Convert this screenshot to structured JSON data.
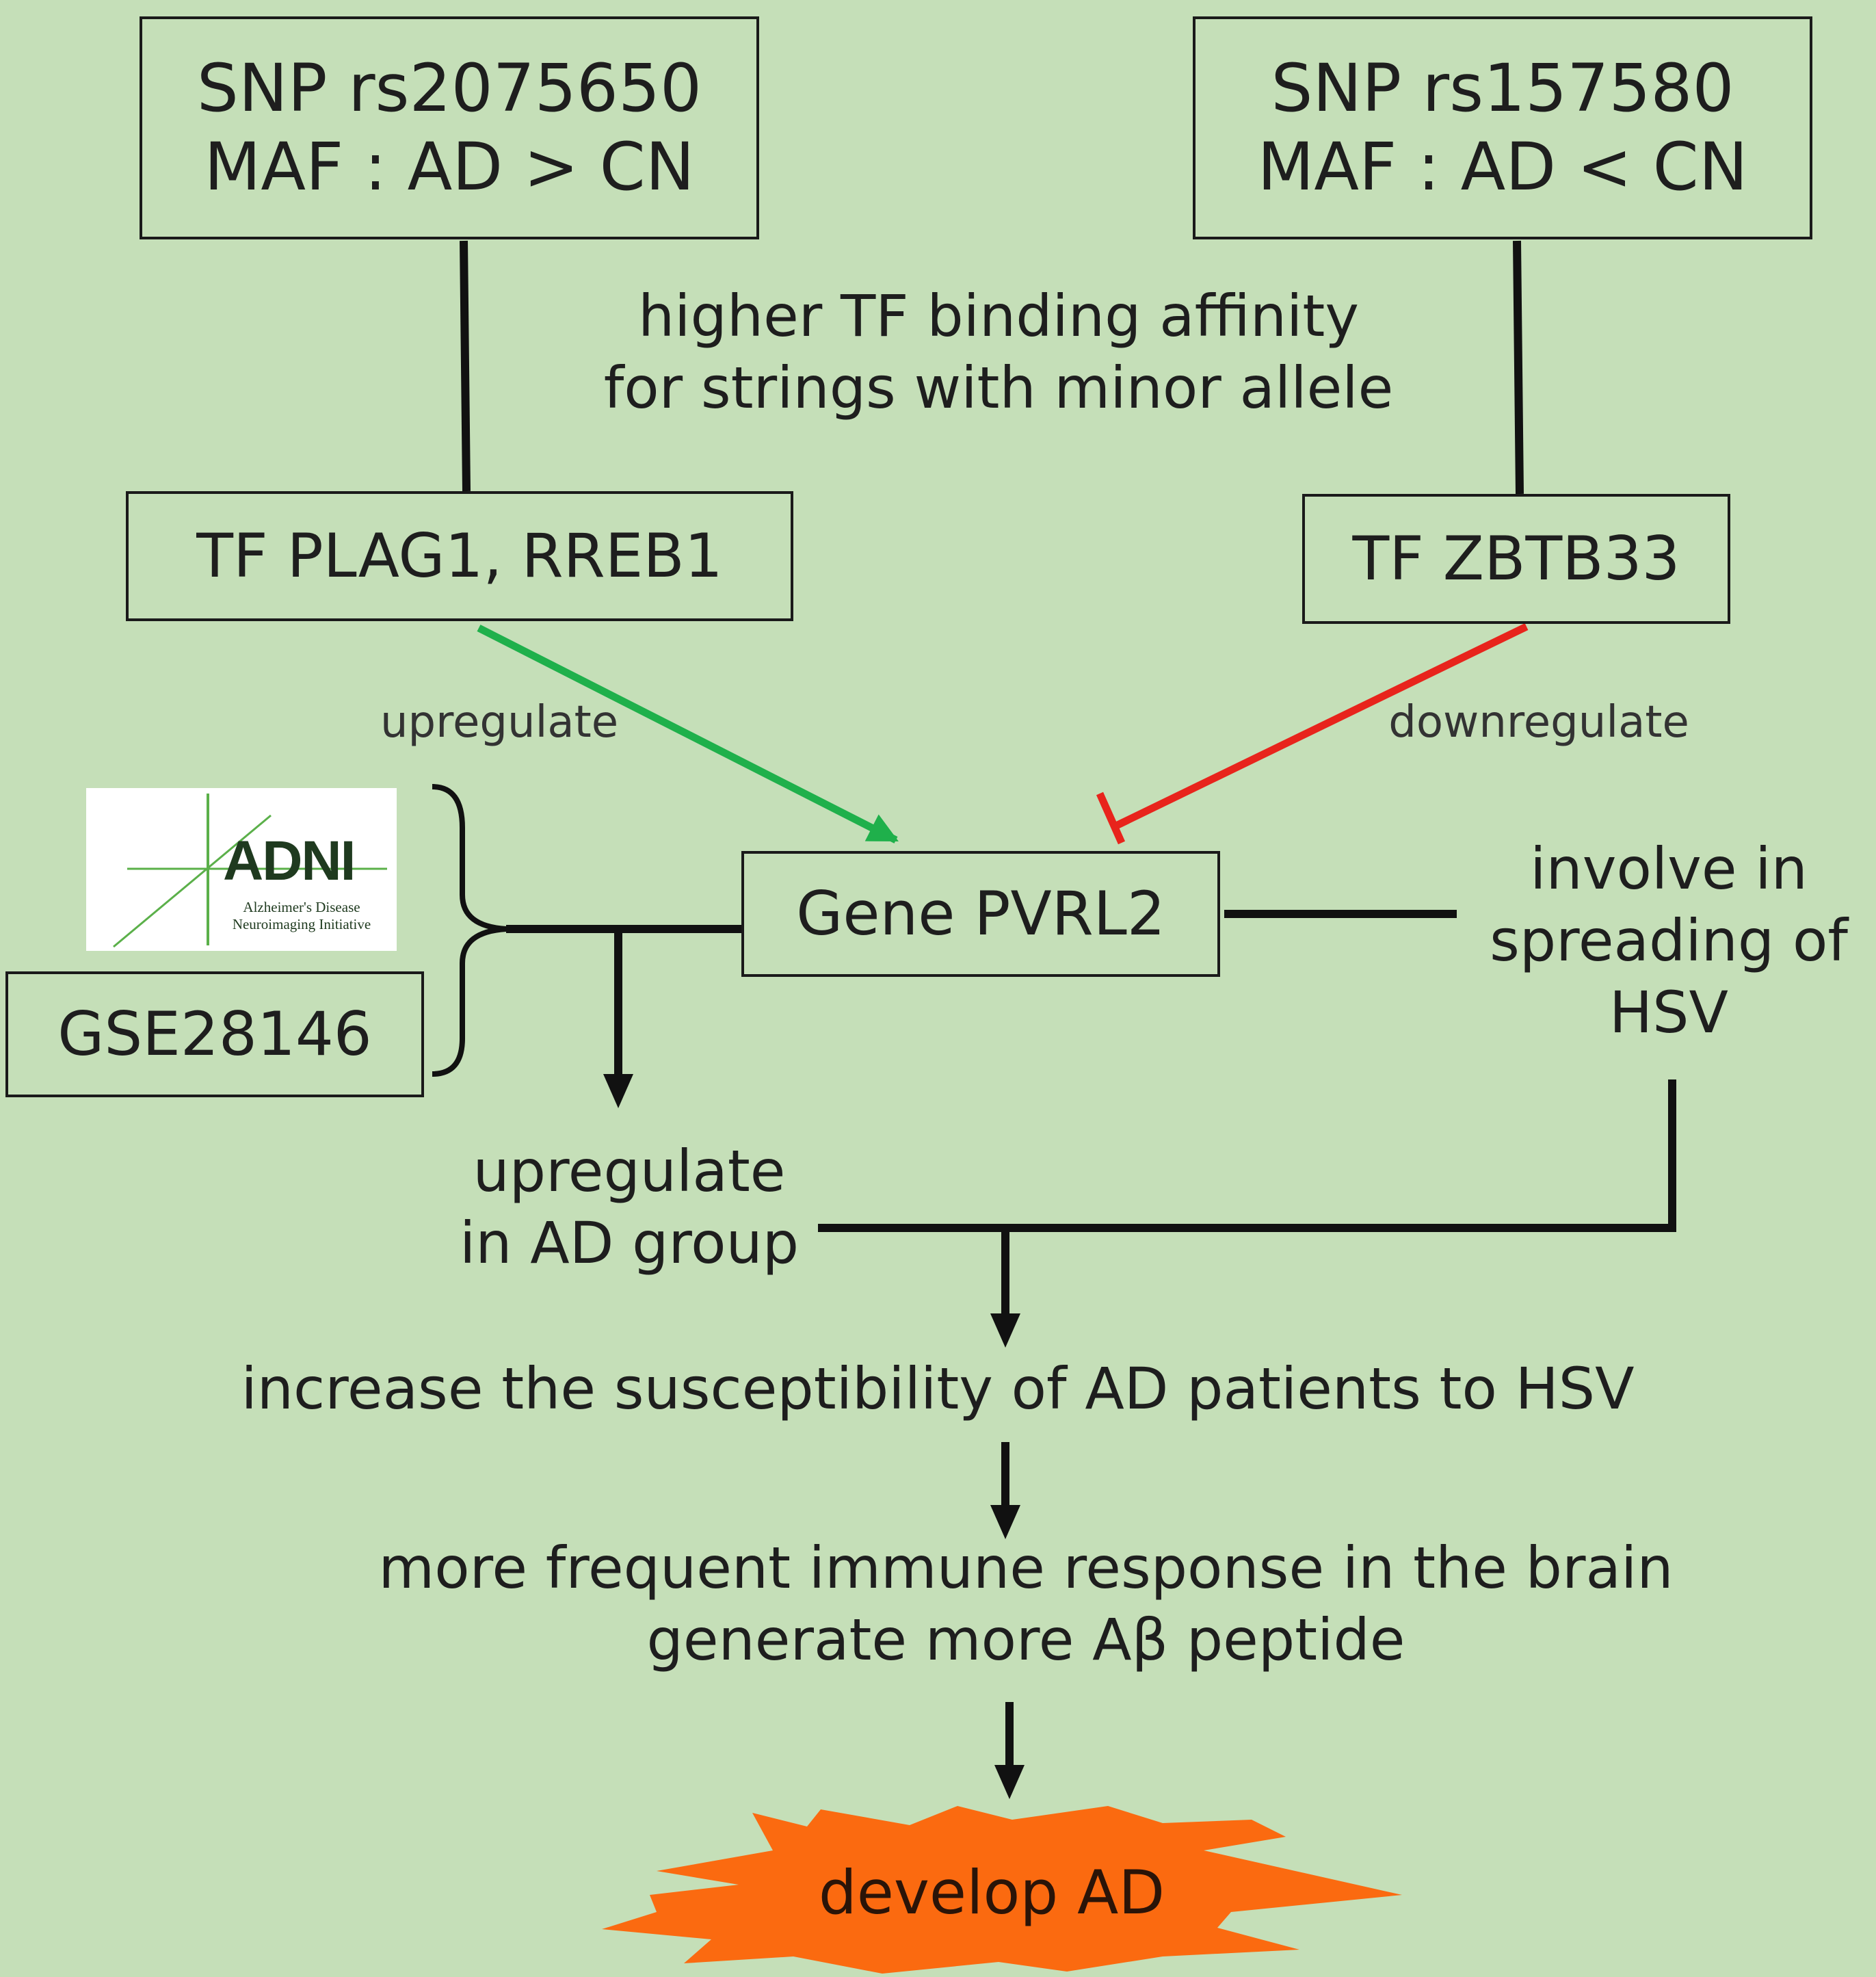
{
  "snp_left": {
    "line1": "SNP rs2075650",
    "line2": "MAF : AD > CN"
  },
  "snp_right": {
    "line1": "SNP rs157580",
    "line2": "MAF : AD < CN"
  },
  "tf_note": {
    "line1": "higher TF binding affinity",
    "line2": "for strings with minor allele"
  },
  "tf_left": "TF PLAG1, RREB1",
  "tf_right": "TF ZBTB33",
  "edge_up": "upregulate",
  "edge_down": "downregulate",
  "gene": "Gene PVRL2",
  "dataset": "GSE28146",
  "adni_logo": {
    "word": "ADNI",
    "sub1": "Alzheimer's Disease",
    "sub2": "Neuroimaging Initiative"
  },
  "hsv_note": {
    "line1": "involve in",
    "line2": "spreading of",
    "line3": "HSV"
  },
  "ad_group": {
    "line1": "upregulate",
    "line2": "in AD group"
  },
  "step1": "increase the susceptibility of AD patients to HSV",
  "step2": {
    "line1": "more frequent immune response in the brain",
    "line2": "generate more Aβ peptide"
  },
  "outcome": "develop AD",
  "colors": {
    "background": "#c5dfb8",
    "activate": "#1fb04b",
    "inhibit": "#e8241c",
    "burst": "#fb6a10"
  }
}
